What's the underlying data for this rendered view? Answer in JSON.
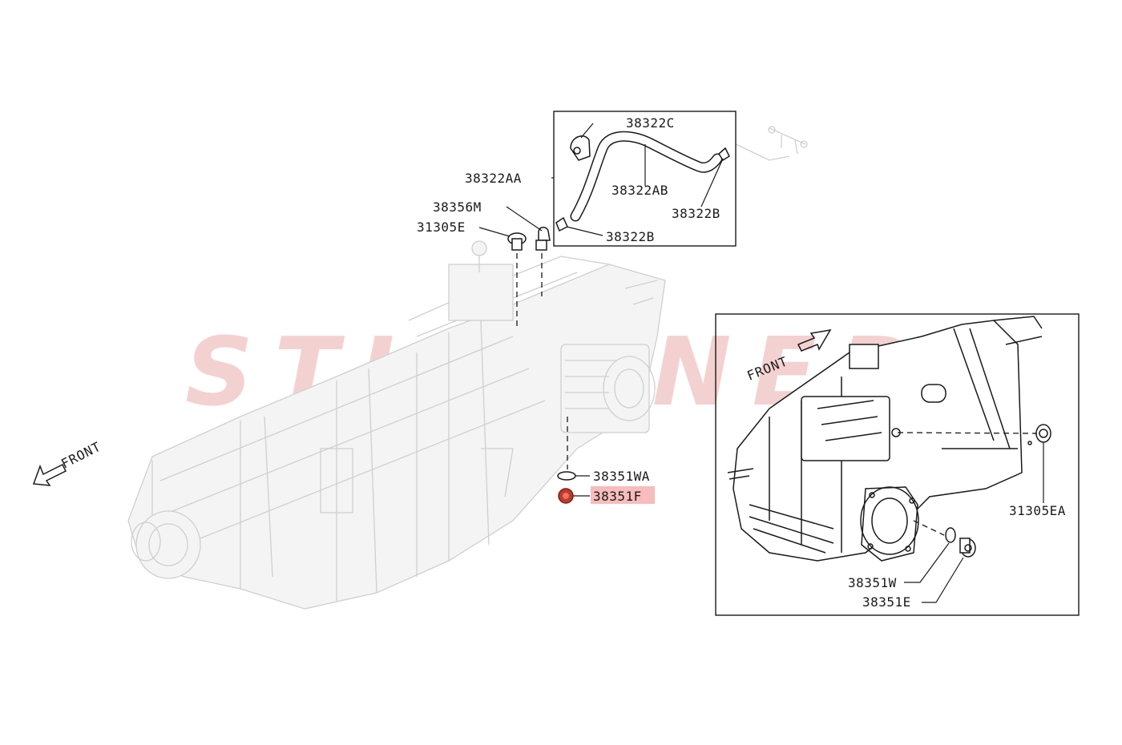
{
  "colors": {
    "watermark": "#f3c9c9",
    "highlight": "#f7bcbc",
    "highlight_part": "#c0392b",
    "ink": "#1a1a1a",
    "ghost": "#cfcfcf"
  },
  "watermark": {
    "text": "STI TUNED"
  },
  "main": {
    "front_label": "FRONT",
    "labels": {
      "hose_assembly": "38322AA",
      "bracket": "38322C",
      "hose": "38322AB",
      "clip_right": "38322B",
      "clip_left": "38322B",
      "breather": "38356M",
      "plug_top": "31305E",
      "gasket": "38351WA",
      "drain_plug": "38351F"
    }
  },
  "inset": {
    "front_label": "FRONT",
    "labels": {
      "plug_side": "31305EA",
      "washer": "38351W",
      "drain_plug": "38351E"
    }
  }
}
